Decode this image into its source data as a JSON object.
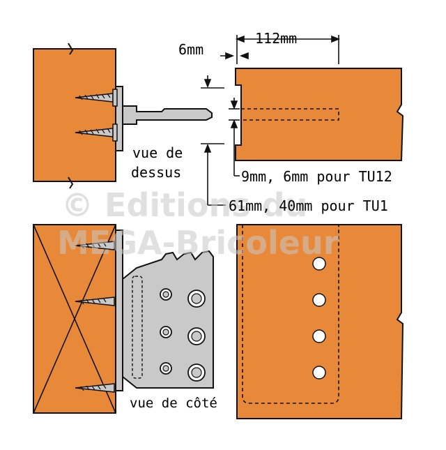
{
  "colors": {
    "wood": "#e8893a",
    "wood_dark": "#c46a22",
    "metal": "#c9c9c9",
    "metal_dark": "#8e8e8e",
    "outline": "#111111"
  },
  "labels": {
    "dim_top": "112mm",
    "dim_gap": "6mm",
    "top_view_1": "vue de",
    "top_view_2": "dessus",
    "dim_slot": "9mm, 6mm pour TU12",
    "dim_height": "61mm, 40mm pour TU1",
    "side_view": "vue de côté"
  },
  "watermark": {
    "line1": "© Editions du",
    "line2": "MEGA-Bricoleur"
  },
  "icons": [
    "screw-icon",
    "hole-icon"
  ]
}
